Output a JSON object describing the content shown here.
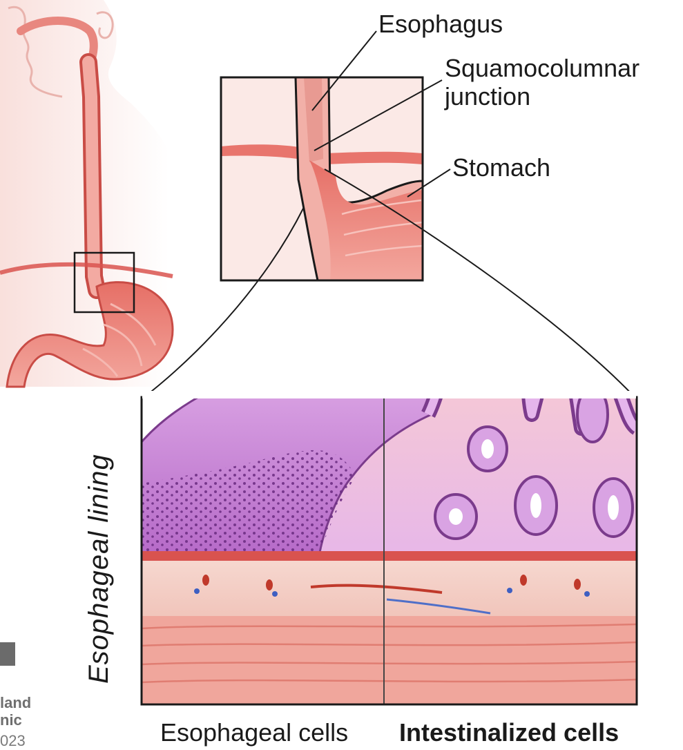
{
  "labels": {
    "esophagus": "Esophagus",
    "squamocolumnar": "Squamocolumnar",
    "junction": "junction",
    "stomach": "Stomach",
    "lining": "Esophageal lining",
    "esophageal_cells": "Esophageal cells",
    "intestinalized_cells": "Intestinalized cells"
  },
  "logo": {
    "line1": "land",
    "line2": "nic",
    "year": "023"
  },
  "colors": {
    "tissue_pink": "#f2b4ad",
    "tissue_red": "#d9534f",
    "epithelium_purple": "#c27fd0",
    "epithelium_dark": "#7b3b8c",
    "muscle": "#f0a69c",
    "outline": "#1a1a1a"
  }
}
